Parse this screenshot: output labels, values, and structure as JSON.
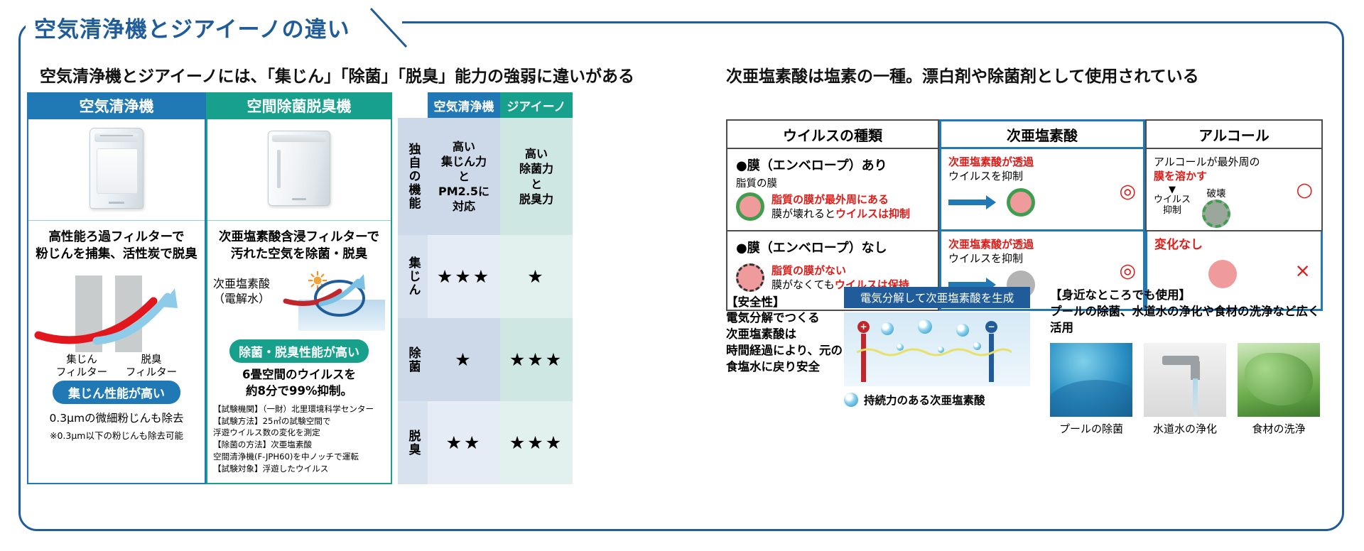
{
  "page": {
    "title": "空気清浄機とジアイーノの違い",
    "accent_blue": "#1f5c99",
    "accent_teal": "#17a08c",
    "accent_red": "#e01b17"
  },
  "left_section": {
    "heading": "空気清浄機とジアイーノには、「集じん」「除菌」「脱臭」能力の強弱に違いがある",
    "cards": [
      {
        "title": "空気清浄機",
        "lead": "高性能ろ過フィルターで\n粉じんを捕集、活性炭で脱臭",
        "filter_labels": [
          "集じん\nフィルター",
          "脱臭\nフィルター"
        ],
        "badge": "集じん性能が高い",
        "note": "0.3μmの微細粉じんも除去",
        "note_small": "※0.3μm以下の粉じんも除去可能"
      },
      {
        "title": "空間除菌脱臭機",
        "lead": "次亜塩素酸含浸フィルターで\n汚れた空気を除菌・脱臭",
        "diagram_label": "次亜塩素酸\n（電解水）",
        "badge": "除菌・脱臭性能が高い",
        "note": "6畳空間のウイルスを\n約8分で99%抑制。",
        "fineprint": [
          "【試験機関】（一財）北里環境科学センター",
          "【試験方法】25㎡の試験空間で",
          "浮遊ウイルス数の変化を測定",
          "【除菌の方法】次亜塩素酸",
          "空間清浄機(F-JPH60)を中ノッチで運転",
          "【試験対象】浮遊したウイルス"
        ]
      }
    ]
  },
  "star_table": {
    "columns": [
      "空気清浄機",
      "ジアイーノ"
    ],
    "rows": [
      {
        "label": "独自の機能",
        "air": "高い\n集じん力\nと\nPM2.5に\n対応",
        "ziaino": "高い\n除菌力\nと\n脱臭力",
        "type": "text"
      },
      {
        "label": "集じん",
        "air": "★★★",
        "ziaino": "★",
        "type": "stars"
      },
      {
        "label": "除菌",
        "air": "★",
        "ziaino": "★★★",
        "type": "stars"
      },
      {
        "label": "脱臭",
        "air": "★★",
        "ziaino": "★★★",
        "type": "stars"
      }
    ]
  },
  "right_section": {
    "heading": "次亜塩素酸は塩素の一種。漂白剤や除菌剤として使用されている",
    "virus_table": {
      "headers": [
        "ウイルスの種類",
        "次亜塩素酸",
        "アルコール"
      ],
      "rows": [
        {
          "kind_title": "●膜（エンベロープ）あり",
          "kind_sub": "脂質の膜",
          "kind_line1_red": "脂質の膜が最外周にある",
          "kind_line2_plain": "膜が壊れると",
          "kind_line2_red": "ウイルスは抑制",
          "hypo_red": "次亜塩素酸が透過",
          "hypo_plain": "ウイルスを抑制",
          "hypo_mark": "◎",
          "alc_line1": "アルコールが最外周の",
          "alc_red": "膜を溶かす",
          "alc_caption": "破壊",
          "alc_sub1": "ウイルス",
          "alc_sub2": "抑制",
          "alc_mark": "○"
        },
        {
          "kind_title": "●膜（エンベロープ）なし",
          "kind_sub": "",
          "kind_line1_red": "脂質の膜がない",
          "kind_line2_plain": "膜がなくても",
          "kind_line2_red": "ウイルスは保持",
          "hypo_red": "次亜塩素酸が透過",
          "hypo_plain": "ウイルスを抑制",
          "hypo_mark": "◎",
          "alc_line1": "",
          "alc_red": "変化なし",
          "alc_caption": "",
          "alc_sub1": "",
          "alc_sub2": "",
          "alc_mark": "×"
        }
      ]
    },
    "safety": {
      "title": "【安全性】",
      "body": "電気分解でつくる\n次亜塩素酸は\n時間経過により、元の\n食塩水に戻り安全"
    },
    "electrolysis": {
      "caption": "電気分解して次亜塩素酸を生成",
      "footer": "持続力のある次亜塩素酸",
      "anode_label": "+",
      "cathode_label": "−"
    },
    "usage": {
      "title": "【身近なところでも使用】",
      "body": "プールの除菌、水道水の浄化や食材の洗浄など広く活用",
      "photos": [
        {
          "caption": "プールの除菌"
        },
        {
          "caption": "水道水の浄化"
        },
        {
          "caption": "食材の洗浄"
        }
      ]
    }
  }
}
